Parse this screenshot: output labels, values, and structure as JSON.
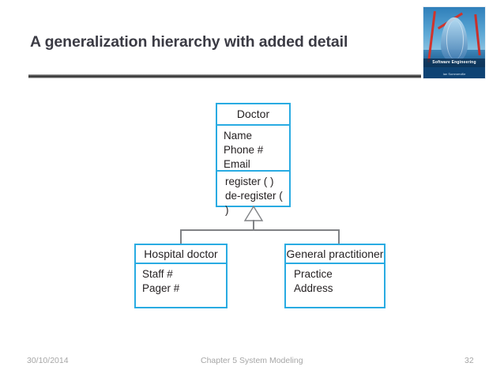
{
  "slide": {
    "title": "A generalization hierarchy with added detail",
    "accent_color": "#29abe2",
    "title_color": "#3b3b44",
    "connector_color": "#808285",
    "background_color": "#ffffff"
  },
  "book_cover": {
    "band_title": "Software Engineering",
    "band_subtitle": "Ian Sommerville"
  },
  "diagram": {
    "type": "uml-class-diagram",
    "relationship": "generalization",
    "superclass": {
      "name": "Doctor",
      "attributes": [
        "Name",
        "Phone #",
        "Email"
      ],
      "operations": [
        "register ( )",
        "de-register ( )"
      ]
    },
    "subclasses": [
      {
        "name": "Hospital doctor",
        "attributes": [
          "Staff #",
          "Pager #"
        ],
        "operations": []
      },
      {
        "name": "General practitioner",
        "attributes": [
          "Practice",
          "Address"
        ],
        "operations": []
      }
    ]
  },
  "footer": {
    "date": "30/10/2014",
    "chapter": "Chapter 5 System Modeling",
    "page_number": "32"
  }
}
